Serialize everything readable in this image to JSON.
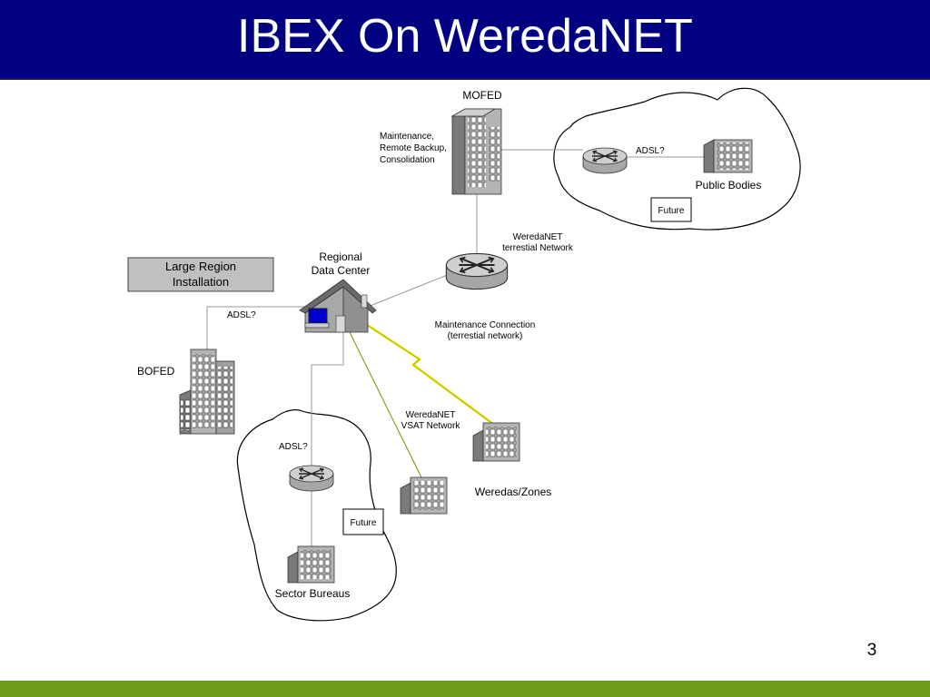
{
  "slide": {
    "title": "IBEX On WeredaNET",
    "page_number": "3"
  },
  "colors": {
    "title_bar": "#000080",
    "bottom_bar": "#6e9b1a",
    "vsat_link": "#e6e600",
    "building": "#b0b0b0",
    "router": "#c8c8c8"
  },
  "icons": {
    "building": "office-building-icon",
    "router": "router-icon",
    "data_center": "house-with-computer-icon",
    "vsat_link": "lightning-bolt-icon",
    "cloud": "cloud-outline"
  },
  "labels": {
    "mofed": "MOFED",
    "maintenance_lines": [
      "Maintenance,",
      "Remote Backup,",
      "Consolidation"
    ],
    "adsl_public": "ADSL?",
    "public_bodies": "Public Bodies",
    "future_top": "Future",
    "weredanet_terrestrial": [
      "WeredaNET",
      "terrestial Network"
    ],
    "large_region": [
      "Large Region",
      "Installation"
    ],
    "regional_dc": [
      "Regional",
      "Data Center"
    ],
    "adsl_bofed": "ADSL?",
    "maintenance_connection": [
      "Maintenance Connection",
      "(terrestial network)"
    ],
    "bofed": "BOFED",
    "weredanet_vsat": [
      "WeredaNET",
      "VSAT Network"
    ],
    "weredas_zones": "Weredas/Zones",
    "adsl_sector": "ADSL?",
    "future_bottom": "Future",
    "sector_bureaus": "Sector Bureaus"
  }
}
